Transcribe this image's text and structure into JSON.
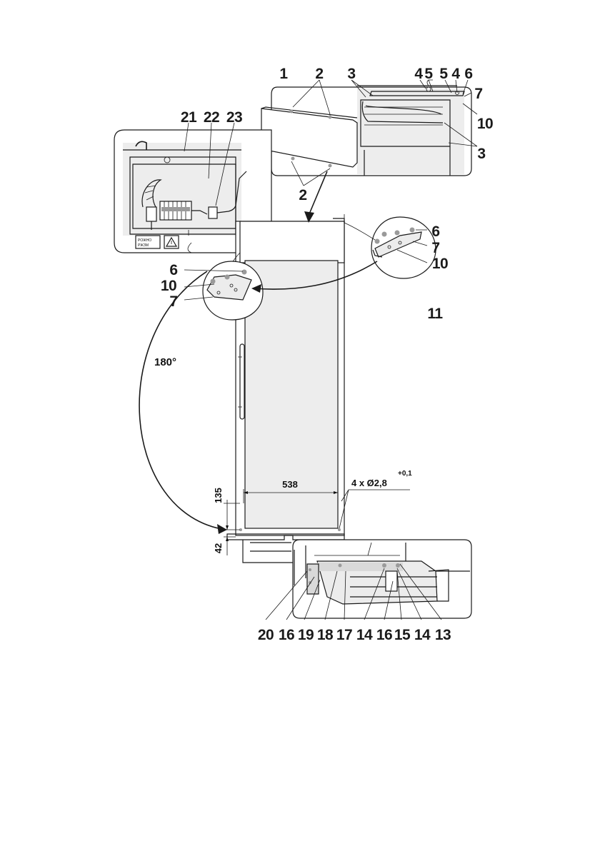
{
  "callouts": {
    "c1": "1",
    "c2a": "2",
    "c3a": "3",
    "c4a": "4",
    "c5a": "5",
    "c5b": "5",
    "c4b": "4",
    "c6a": "6",
    "c7a": "7",
    "c10a": "10",
    "c3b": "3",
    "c2b": "2",
    "c21": "21",
    "c22": "22",
    "c23": "23",
    "c6b": "6",
    "c7b": "7",
    "c10b": "10",
    "c6c": "6",
    "c10c": "10",
    "c7c": "7",
    "c11": "11",
    "c20": "20",
    "c16a": "16",
    "c19": "19",
    "c18": "18",
    "c17": "17",
    "c14a": "14",
    "c16b": "16",
    "c15": "15",
    "c14b": "14",
    "c13": "13"
  },
  "dimensions": {
    "rotation": "180°",
    "width": "538",
    "height_upper": "135",
    "height_lower": "42",
    "holes": "4 x Ø2,8",
    "holes_tol": "+0,1"
  },
  "labels": {
    "warning_text": "WARNING"
  }
}
